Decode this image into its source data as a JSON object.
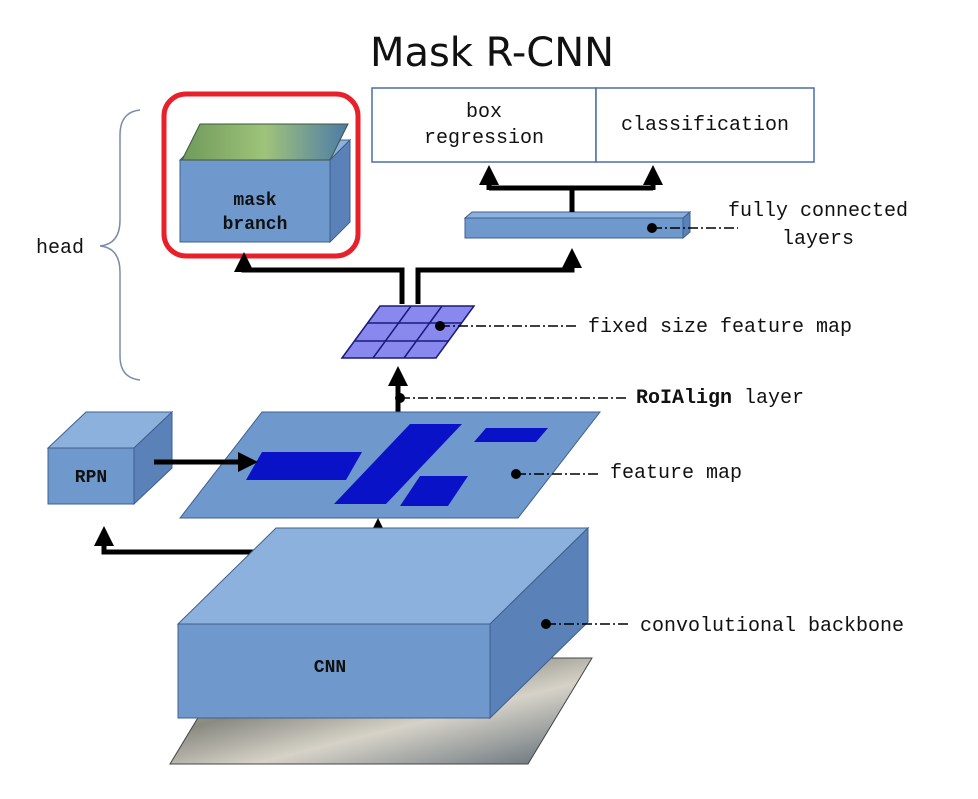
{
  "title": "Mask R-CNN",
  "head_label": "head",
  "mask_branch": {
    "line1": "mask",
    "line2": "branch"
  },
  "box_regression": {
    "line1": "box",
    "line2": "regression"
  },
  "classification": "classification",
  "fully_connected": {
    "line1": "fully connected",
    "line2": "layers"
  },
  "fixed_size_feature_map": "fixed size feature map",
  "roialign": {
    "bold": "RoIAlign",
    "rest": " layer"
  },
  "feature_map": "feature map",
  "rpn": "RPN",
  "cnn": "CNN",
  "convolutional_backbone": "convolutional backbone",
  "colors": {
    "block_face": "#6f98cc",
    "block_top": "#8db1dd",
    "block_side": "#5a82b8",
    "roi_dark": "#0a12c8",
    "grid_fill": "#8888ee",
    "highlight": "#e8202a",
    "arrow": "#000000"
  },
  "icons": [
    "arrow-icon",
    "leader-dot-icon",
    "curly-brace-icon"
  ]
}
